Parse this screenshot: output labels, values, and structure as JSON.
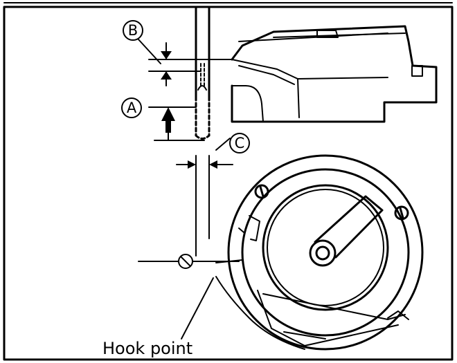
{
  "labels": {
    "b": "B",
    "a": "A",
    "c": "C",
    "hook_point": "Hook point"
  },
  "colors": {
    "ink": "#000000",
    "paper": "#ffffff",
    "hatch": "#222222"
  }
}
